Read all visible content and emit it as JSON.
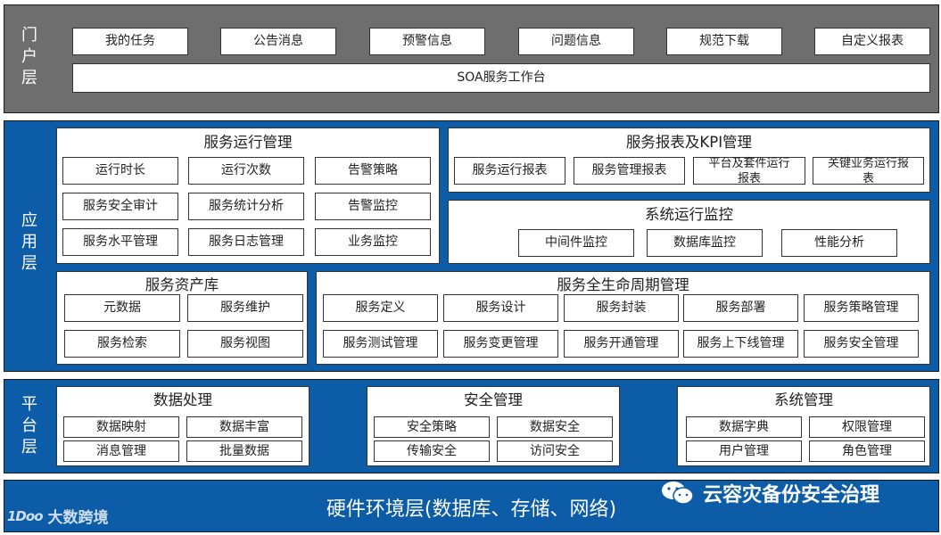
{
  "portal_layer": {
    "label": [
      "门",
      "户",
      "层"
    ],
    "items": [
      "我的任务",
      "公告消息",
      "预警信息",
      "问题信息",
      "规范下载",
      "自定义报表"
    ],
    "workbench": "SOA服务工作台"
  },
  "app_layer": {
    "label": [
      "应",
      "用",
      "层"
    ],
    "service_ops": {
      "title": "服务运行管理",
      "items": [
        "运行时长",
        "运行次数",
        "告警策略",
        "服务安全审计",
        "服务统计分析",
        "告警监控",
        "服务水平管理",
        "服务日志管理",
        "业务监控"
      ]
    },
    "report_kpi": {
      "title": "服务报表及KPI管理",
      "items": [
        "服务运行报表",
        "服务管理报表",
        "平台及套件运行报表",
        "关键业务运行报表"
      ]
    },
    "sys_monitor": {
      "title": "系统运行监控",
      "items": [
        "中间件监控",
        "数据库监控",
        "性能分析"
      ]
    },
    "asset_lib": {
      "title": "服务资产库",
      "items": [
        "元数据",
        "服务维护",
        "服务检索",
        "服务视图"
      ]
    },
    "lifecycle": {
      "title": "服务全生命周期管理",
      "items": [
        "服务定义",
        "服务设计",
        "服务封装",
        "服务部署",
        "服务策略管理",
        "服务测试管理",
        "服务变更管理",
        "服务开通管理",
        "服务上下线管理",
        "服务安全管理"
      ]
    }
  },
  "platform_layer": {
    "label": [
      "平",
      "台",
      "层"
    ],
    "data_proc": {
      "title": "数据处理",
      "items": [
        "数据映射",
        "数据丰富",
        "消息管理",
        "批量数据"
      ]
    },
    "security": {
      "title": "安全管理",
      "items": [
        "安全策略",
        "数据安全",
        "传输安全",
        "访问安全"
      ]
    },
    "system": {
      "title": "系统管理",
      "items": [
        "数据字典",
        "权限管理",
        "用户管理",
        "角色管理"
      ]
    }
  },
  "hardware_layer": {
    "text": "硬件环境层(数据库、存储、网络)"
  },
  "watermarks": {
    "left_logo": "1Doo",
    "left_text": "大数跨境",
    "right_text": "云容灾备份安全治理",
    "right_icon": "wechat-icon"
  }
}
